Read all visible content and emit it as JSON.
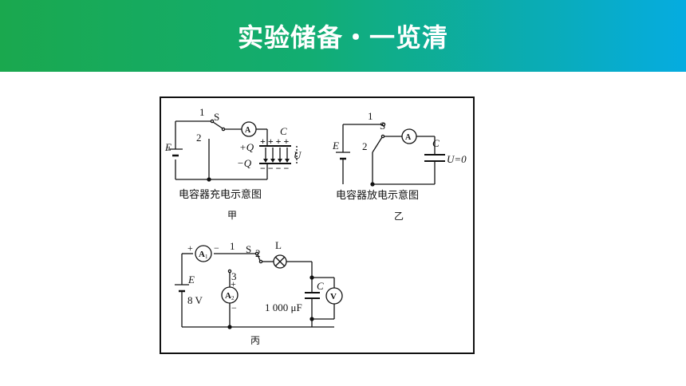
{
  "header": {
    "title": "实验储备・一览清"
  },
  "diagram_a": {
    "caption": "电容器充电示意图",
    "label": "甲",
    "switch_terminal_1": "1",
    "switch_terminal_2": "2",
    "switch": "S",
    "ammeter": "A",
    "capacitor": "C",
    "source": "E",
    "plus_charge": "+Q",
    "minus_charge": "−Q",
    "plus_signs": "+ + + +",
    "minus_signs": "− − − −",
    "voltage": "U"
  },
  "diagram_b": {
    "caption": "电容器放电示意图",
    "label": "乙",
    "switch_terminal_1": "1",
    "switch_terminal_2": "2",
    "switch": "S",
    "ammeter": "A",
    "capacitor": "C",
    "source": "E",
    "voltage": "U=0"
  },
  "diagram_c": {
    "label": "丙",
    "ammeter1": "A",
    "ammeter1_sub": "1",
    "ammeter2": "A",
    "ammeter2_sub": "2",
    "voltmeter": "V",
    "plus": "+",
    "minus": "−",
    "switch_terminal_1": "1",
    "switch_terminal_2": "2",
    "switch_terminal_3": "3",
    "switch": "S",
    "lamp": "L",
    "source": "E",
    "source_value": "8 V",
    "capacitor": "C",
    "capacitance": "1 000 μF"
  }
}
